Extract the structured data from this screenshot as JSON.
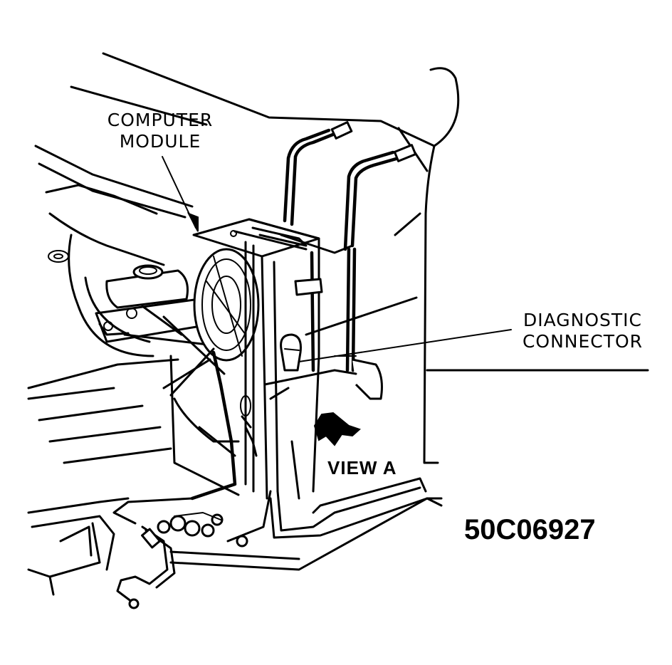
{
  "labels": {
    "computer_module": [
      "COMPUTER",
      "MODULE"
    ],
    "diagnostic_connector": [
      "DIAGNOSTIC",
      "CONNECTOR"
    ],
    "view_a": "VIEW A",
    "figure_id": "50C06927"
  }
}
